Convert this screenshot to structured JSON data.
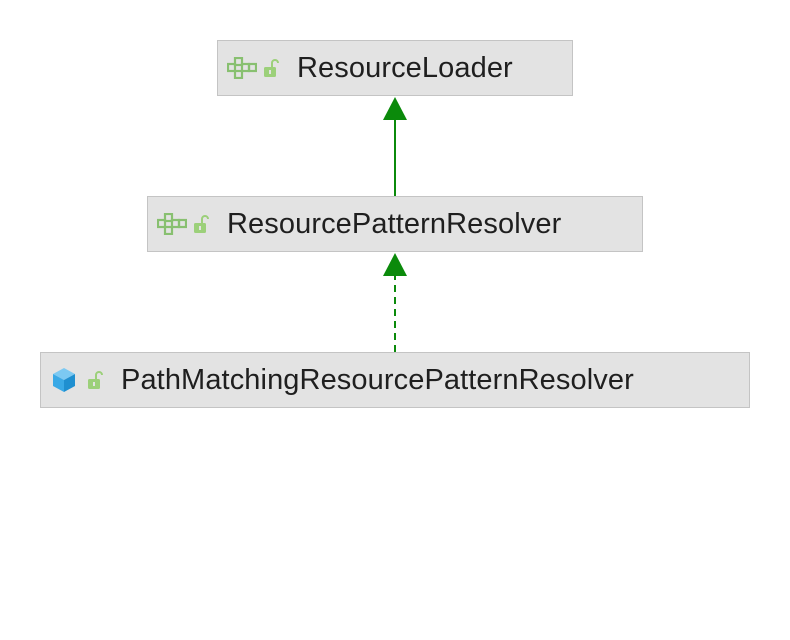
{
  "diagram": {
    "nodes": [
      {
        "id": "resource-loader",
        "label": "ResourceLoader",
        "kind": "interface",
        "icon": "interface-icon",
        "visibility_icon": "public-lock-icon"
      },
      {
        "id": "resource-pattern-resolver",
        "label": "ResourcePatternResolver",
        "kind": "interface",
        "icon": "interface-icon",
        "visibility_icon": "public-lock-icon"
      },
      {
        "id": "path-matching-resource-pattern-resolver",
        "label": "PathMatchingResourcePatternResolver",
        "kind": "class",
        "icon": "class-icon",
        "visibility_icon": "public-lock-icon"
      }
    ],
    "edges": [
      {
        "from": "resource-pattern-resolver",
        "to": "resource-loader",
        "type": "extends",
        "style": "solid"
      },
      {
        "from": "path-matching-resource-pattern-resolver",
        "to": "resource-pattern-resolver",
        "type": "implements",
        "style": "dashed"
      }
    ],
    "colors": {
      "edge": "#0b8a0b",
      "node_bg": "#e3e3e3",
      "node_border": "#c4c4c4",
      "interface_icon": "#88c070",
      "lock_icon": "#9cd07a",
      "class_icon": "#3aa9e6"
    }
  }
}
